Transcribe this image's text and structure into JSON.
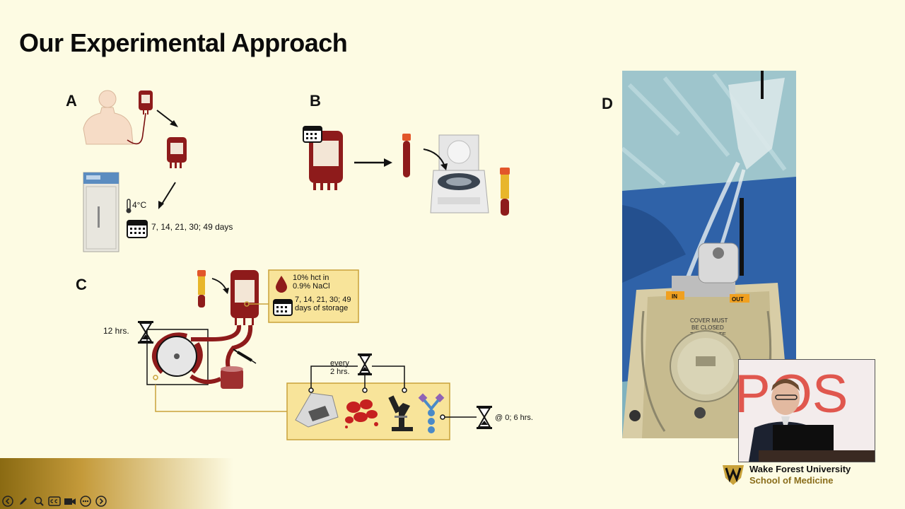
{
  "title": "Our Experimental Approach",
  "panels": {
    "a": {
      "letter": "A",
      "temp_label": "4°C",
      "days_label": "7, 14, 21, 30; 49 days"
    },
    "b": {
      "letter": "B"
    },
    "c": {
      "letter": "C",
      "hours_label": "12 hrs.",
      "info_line1": "10% hct in",
      "info_line2": "0.9% NaCl",
      "info_line3": "7, 14, 21, 30; 49",
      "info_line4": "days of storage",
      "every_line1": "every",
      "every_line2": "2 hrs.",
      "timepoints": "@ 0; 6 hrs."
    },
    "d": {
      "letter": "D",
      "in_tag": "IN",
      "out_tag": "OUT",
      "device_text1": "COVER MUST",
      "device_text2": "BE CLOSED",
      "device_text3": "TO OPERATE"
    }
  },
  "webcam": {
    "backdrop_text": "POS"
  },
  "logo": {
    "line1": "Wake Forest University",
    "line2": "School of Medicine"
  },
  "toolbar": [
    {
      "name": "prev-slide-icon",
      "glyph": "‹"
    },
    {
      "name": "pen-icon",
      "glyph": "✎"
    },
    {
      "name": "zoom-icon",
      "glyph": "⌕"
    },
    {
      "name": "captions-icon",
      "glyph": "CC"
    },
    {
      "name": "camera-icon",
      "glyph": "■"
    },
    {
      "name": "more-icon",
      "glyph": "•••"
    },
    {
      "name": "next-slide-icon",
      "glyph": "›"
    }
  ],
  "colors": {
    "background": "#fdfbe3",
    "blood": "#8e1b1b",
    "box_fill": "#f8e49a",
    "box_stroke": "#c9a23a",
    "tube_cap": "#e2562a",
    "plasma": "#e8b62b",
    "brand_gold": "#8a6d1a"
  }
}
